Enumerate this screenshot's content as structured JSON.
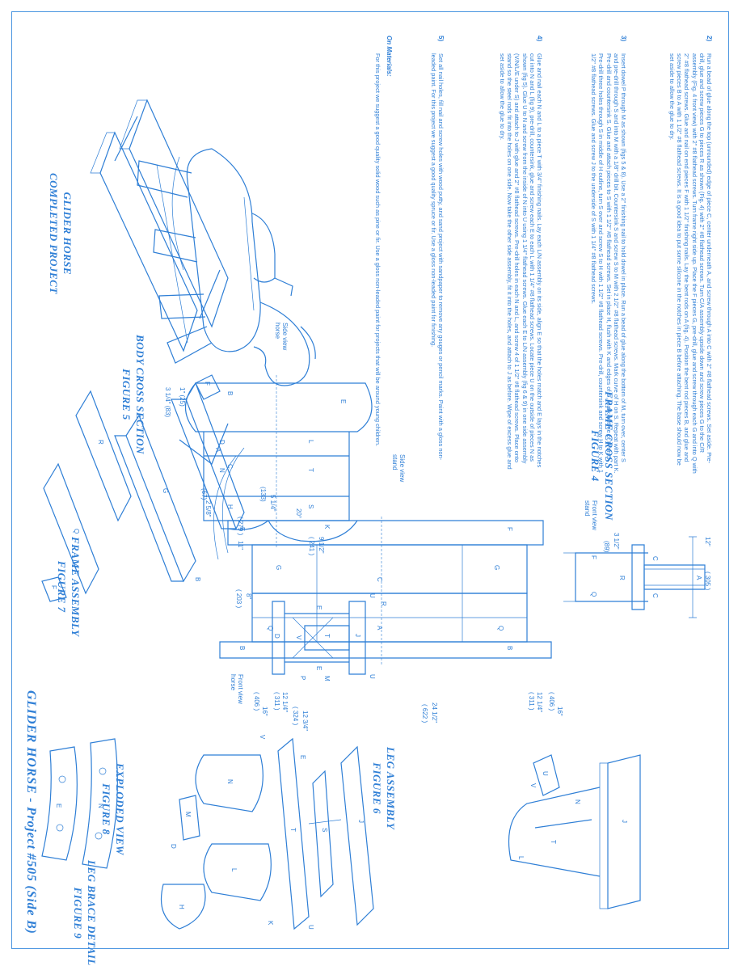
{
  "document": {
    "title": "GLIDER HORSE - Project #505 (Side B)"
  },
  "steps": [
    {
      "num": "2)",
      "text": "Run a bead of glue along the top (unrounded) edge of piece C, center underneath A, and screw through A into C with 2\" #8 flathead screws. Set aside. Pre-drill, glue and screw pieces G to pieces R as shown (Fig. 4) with 2\" #8 flathead screws. Turn C/A assembly upside down and screw pieces G to the C/R assembly (Fig. 4 front view) with 2\" #8 flathead screws. Turn frame right side up. Place the F pieces G, pre-drill, glue and screw through each G and into Q with 2\" #8 flathead screws. Glue and nail on end pieces F with 1 1/2\" finishing nails. Lay the bent rods on A (fig. 4). Position the bent rod pieces B, and glue and screw pieces B to A with 1 1/2\" #8 flathead screws. It is a good idea to put some silicone in the notches in piece B before attaching. The base should now be set aside to allow the glue to dry."
    },
    {
      "num": "3)",
      "text": "Insert dowel P through M as shown (figs 5 & 8). Use a 2\" finishing nail to hold dowel in place. Run a bead of glue along the bottom of M, turn over, center S and pre-drill through S and into M with a 1/8\" drill bit. Countersink S and screw S to M with 2 1/2\" #8 flathead screws. Mark curve of H on S. Repeat with part K. Pre-drill and countersink S. Glue and attach pieces to S with 1 1/2\" #8 flathead screws. Set in place H, flush with K and edges of S, mark outline of H on S. Pre-drill three holes through S in middle of H outline, turn S over and screw S to H with 1 1/2\" #8 flathead screws. Pre-drill, countersink and screw H to K with 1 1/2\" #8 flathead screws. Glue and screw J to the underside of S with 1 1/4\" #8 flathead screws."
    },
    {
      "num": "4)",
      "text": "Glue and nail each N and L to a piece T with 3/4\" finishing nails. Lay each L/N assembly on its side, align E so that the holes match and E lays in the notches cut into N and L (fig 9), pre-drill, countersink, glue and screw each E to each L with 1 1/4\" #8 flathead screws. Locate piece U on the outside of pieces N as shown (fig 5). Glue U to N and screw from the inside of N into U using 1 1/4\" flathead screws. Glue each E to L/N assembly (fig 6 & 9) in one side assembly (V/N/L/E under S) and attach to J with glue and 2\" #8 flathead screws. Pre-drill holes in each N and L, and screw 4 of 1 1/2\" #8 flathead screws. Place onto stand so the steel rods fit into the holes on one side. Now take the other side assembly, fit it into the holes, and attach to J as before. Wipe of excess glue and set aside to allow the glue to dry."
    },
    {
      "num": "5)",
      "text": "Set all nail holes, fill nail and screw holes with wood putty, and sand project with sandpaper to remove any gouges or pencil marks. Paint with a gloss non-leaded paint. For this project we suggest a good quality spruce or fir. Use a gloss non-leaded paint for finishing."
    }
  ],
  "materials": {
    "heading": "On Materials:",
    "text": "For this project we suggest a good quality solid wood such as pine or fir. Use a gloss non-leaded paint for projects that will be around young children."
  },
  "captions": {
    "completed": [
      "GLIDER HORSE",
      "COMPLETED PROJECT"
    ],
    "frame_cross": [
      "FRAME CROSS SECTION",
      "FIGURE 4"
    ],
    "body_cross": [
      "BODY CROSS SECTION",
      "FIGURE 5"
    ],
    "leg_assembly": [
      "LEG ASSEMBLY",
      "FIGURE 6"
    ],
    "frame_assembly": [
      "FRAME ASSEMBLY",
      "FIGURE 7"
    ],
    "exploded": [
      "EXPLODED VIEW",
      "FIGURE 8"
    ],
    "leg_brace": [
      "LEG BRACE DETAIL",
      "FIGURE 9"
    ]
  },
  "dimensions": {
    "width_12": "12\"",
    "width_12_mm": "( 305 )",
    "h_3_1_2": "3 1/2\"",
    "h_3_1_2_mm": "(89)",
    "len_16": "16\"",
    "len_16_mm": "( 406 )",
    "len_12_1_4": "12 1/4\"",
    "len_12_1_4_mm": "( 311 )",
    "len_24_1_2": "24 1/2\"",
    "len_24_1_2_mm": "( 622 )",
    "body_9_1_2": "9 1/2\"",
    "body_9_1_2_mm": "( 241 )",
    "body_11": "11\"",
    "body_11_mm": "( 279 )",
    "body_5_1_4": "5 1/4\"",
    "body_5_1_4_mm": "(133)",
    "body_2_5_8": "2 5/8\"",
    "body_2_5_8_mm": "(67)",
    "body_1": "1\" (25)",
    "body_3_1_4": "3 1/4\" (83)",
    "body_20deg": "20°",
    "front_8": "8\"",
    "front_8_mm": "( 203 )",
    "front_12_3_4": "12 3/4\"",
    "front_12_3_4_mm": "( 324 )"
  },
  "view_labels": {
    "front_view_stand": [
      "Front view",
      "stand"
    ],
    "side_view_stand": [
      "Side view",
      "stand"
    ],
    "side_view_horse": [
      "Side view",
      "horse"
    ],
    "front_view_horse": [
      "Front view",
      "horse"
    ]
  },
  "part_labels": [
    "A",
    "B",
    "C",
    "D",
    "E",
    "F",
    "G",
    "H",
    "J",
    "K",
    "L",
    "M",
    "N",
    "P",
    "Q",
    "R",
    "S",
    "T",
    "U",
    "V"
  ]
}
